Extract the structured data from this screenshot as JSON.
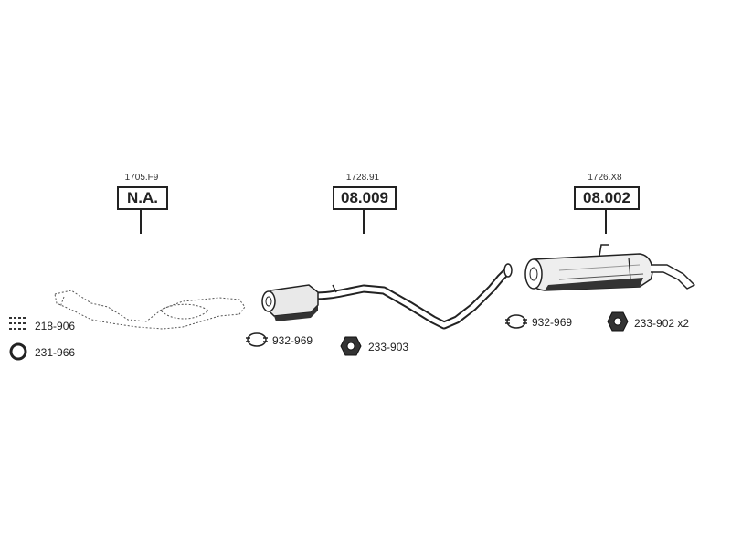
{
  "parts": [
    {
      "ref": "1705.F9",
      "code": "N.A."
    },
    {
      "ref": "1728.91",
      "code": "08.009"
    },
    {
      "ref": "1726.X8",
      "code": "08.002"
    }
  ],
  "accessories": [
    {
      "label": "218-906",
      "icon": "spring-strip-icon"
    },
    {
      "label": "231-966",
      "icon": "gasket-ring-icon"
    },
    {
      "label": "932-969",
      "icon": "clamp-icon"
    },
    {
      "label": "233-903",
      "icon": "hex-nut-icon"
    },
    {
      "label": "932-969",
      "icon": "clamp-icon"
    },
    {
      "label": "233-902 x2",
      "icon": "hex-nut-icon"
    }
  ]
}
